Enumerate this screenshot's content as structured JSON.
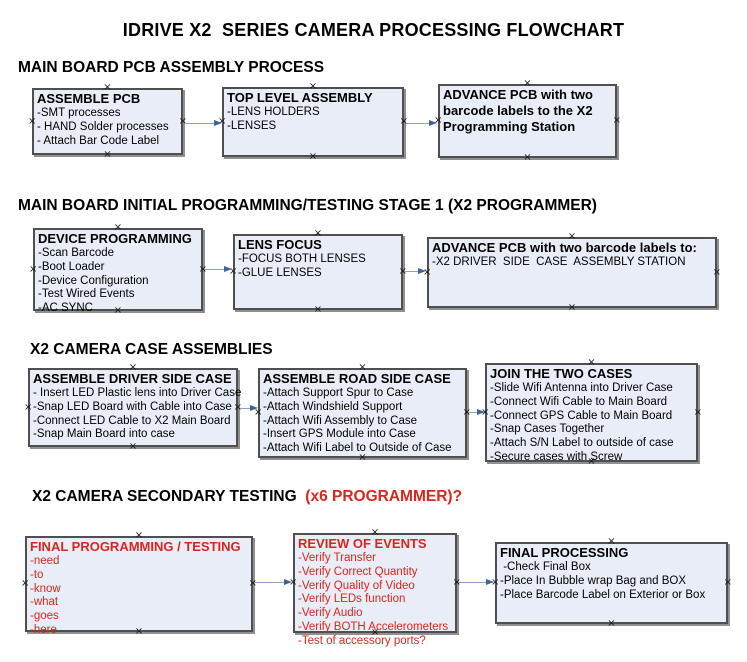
{
  "title": "IDRIVE X2  SERIES CAMERA PROCESSING FLOWCHART",
  "glyphs": {
    "connection_handle": "×"
  },
  "colors": {
    "background": "#ffffff",
    "box_fill": "#e9edf7",
    "box_border": "#4f4f4f",
    "red_text": "#d9261c",
    "arrow_line": "#8ca3c3",
    "arrow_head": "#41619d",
    "text": "#000000"
  },
  "sections": [
    {
      "heading": "MAIN BOARD PCB ASSEMBLY PROCESS",
      "boxes": [
        {
          "title": "ASSEMBLE PCB",
          "items": [
            "-SMT processes",
            "- HAND Solder processes",
            "- Attach Bar Code Label"
          ]
        },
        {
          "title": "TOP LEVEL ASSEMBLY",
          "items": [
            "-LENS HOLDERS",
            "-LENSES"
          ]
        },
        {
          "title": "ADVANCE PCB with two barcode labels to the X2 Programming Station",
          "items": []
        }
      ]
    },
    {
      "heading": "MAIN BOARD INITIAL PROGRAMMING/TESTING STAGE 1 (X2 PROGRAMMER)",
      "boxes": [
        {
          "title": "DEVICE PROGRAMMING",
          "items": [
            "-Scan Barcode",
            "-Boot Loader",
            "-Device Configuration",
            "-Test Wired Events",
            "-AC SYNC"
          ]
        },
        {
          "title": "LENS FOCUS",
          "items": [
            "-FOCUS BOTH LENSES",
            "-GLUE LENSES"
          ]
        },
        {
          "title": "ADVANCE PCB with two barcode labels to:",
          "items": [
            "-X2 DRIVER  SIDE  CASE  ASSEMBLY STATION"
          ]
        }
      ]
    },
    {
      "heading": "X2 CAMERA CASE ASSEMBLIES",
      "boxes": [
        {
          "title": "ASSEMBLE DRIVER SIDE CASE",
          "items": [
            "- Insert LED Plastic lens into Driver Case",
            "-Snap LED Board with Cable into Case",
            "-Connect LED Cable to X2 Main Board",
            "-Snap Main Board into case"
          ]
        },
        {
          "title": "ASSEMBLE ROAD SIDE CASE",
          "items": [
            "-Attach Support Spur to Case",
            "-Attach Windshield Support",
            "-Attach Wifi Assembly to Case",
            "-Insert GPS Module into Case",
            "-Attach Wifi Label to Outside of Case"
          ]
        },
        {
          "title": "JOIN THE TWO CASES",
          "items": [
            "-Slide Wifi Antenna into Driver Case",
            "-Connect Wifi Cable to Main Board",
            "-Connect GPS Cable to Main Board",
            "-Snap Cases Together",
            "-Attach S/N Label to outside of case",
            "-Secure cases with Screw"
          ]
        }
      ]
    },
    {
      "heading": "X2 CAMERA SECONDARY TESTING ",
      "heading_red": " (x6 PROGRAMMER)?",
      "boxes": [
        {
          "title": "FINAL PROGRAMMING / TESTING",
          "items": [
            "-need",
            "-to",
            "-know",
            "-what",
            "-goes",
            "-here"
          ]
        },
        {
          "title": "REVIEW OF EVENTS",
          "items": [
            "-Verify Transfer",
            "-Verify Correct Quantity",
            "-Verify Quality of Video",
            "-Verify LEDs function",
            "-Verify Audio",
            "-Verify BOTH Accelerometers",
            "-Test of accessory ports?"
          ]
        },
        {
          "title": "FINAL PROCESSING",
          "items": [
            " -Check Final Box",
            "-Place In Bubble wrap Bag and BOX",
            "-Place Barcode Label on Exterior or Box"
          ]
        }
      ]
    }
  ]
}
